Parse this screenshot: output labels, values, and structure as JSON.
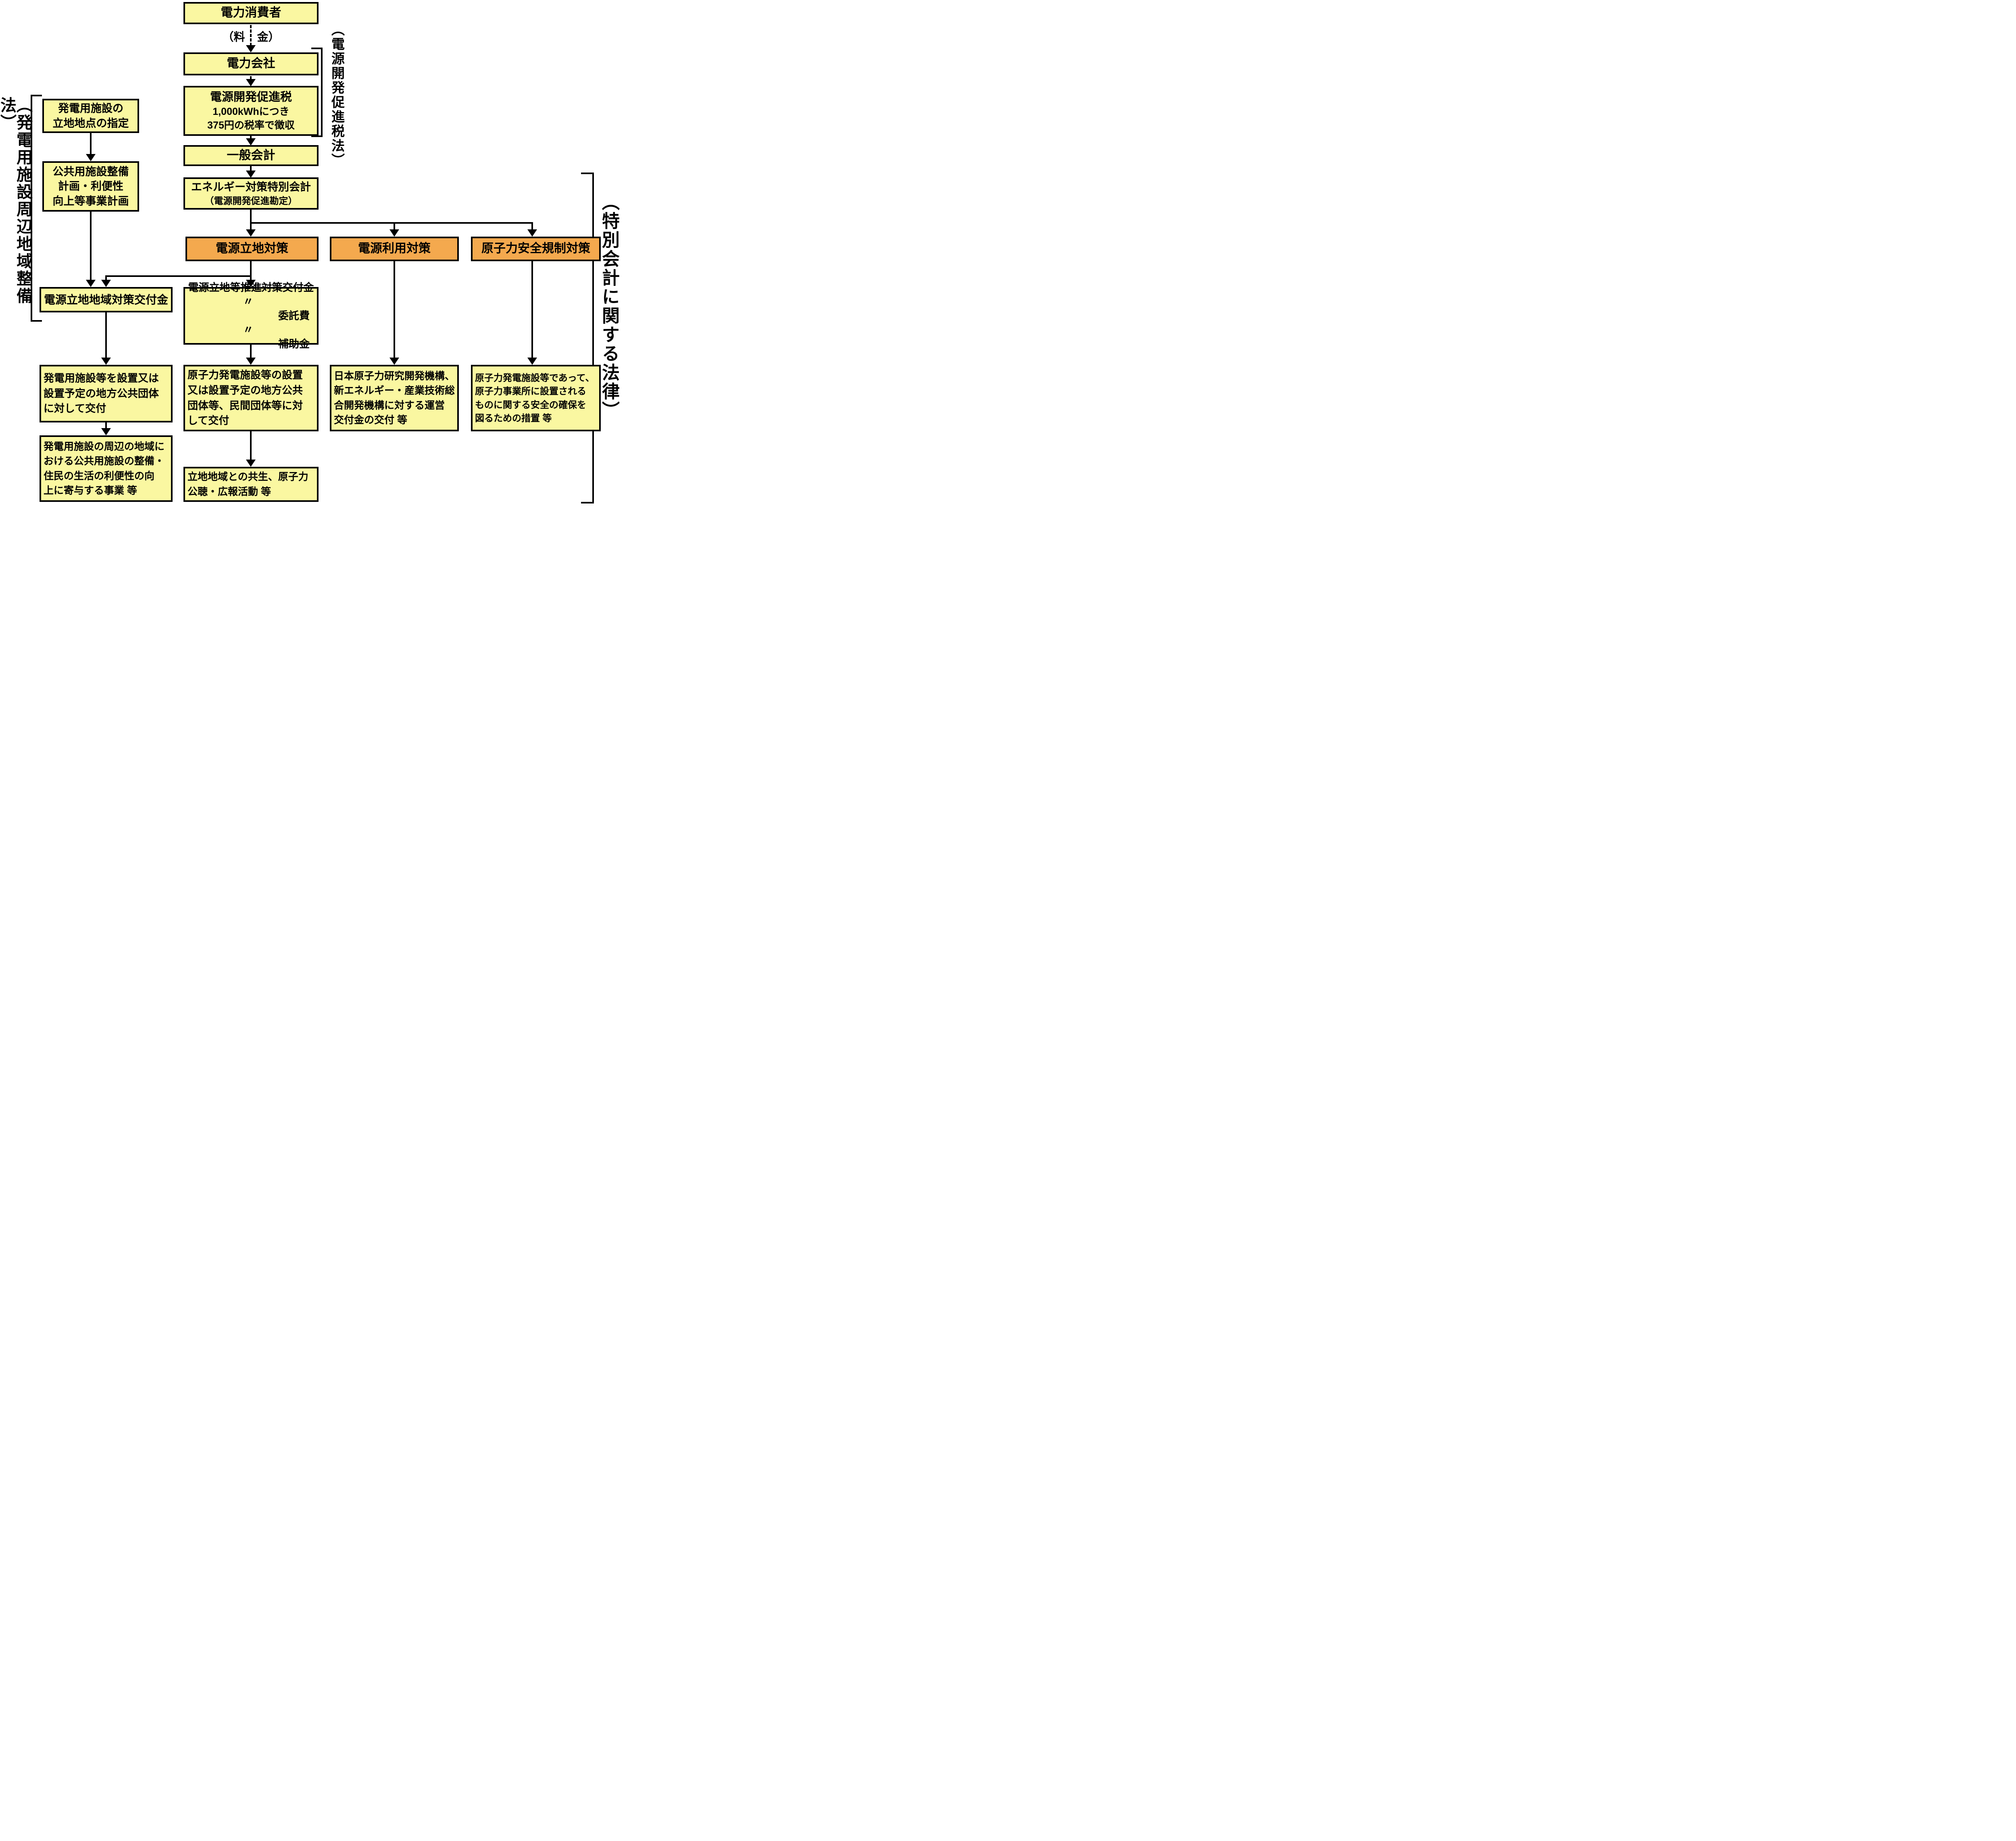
{
  "colors": {
    "box_yellow": "#FAF7A1",
    "box_orange": "#F4A94E",
    "line_black": "#000000"
  },
  "side_labels": {
    "left_law": "（発電用施設周辺地域整備法）",
    "tax_law": "（電源開発促進税法）",
    "special_account_law": "（特別会計に関する法律）"
  },
  "flow_labels": {
    "fee_left": "（料",
    "fee_right": "金）"
  },
  "boxes": {
    "consumer": {
      "label": "電力消費者"
    },
    "company": {
      "label": "電力会社"
    },
    "tax": {
      "lines": [
        "電源開発促進税",
        "1,000kWhにつき",
        "375円の税率で徴収"
      ]
    },
    "general_account": {
      "label": "一般会計"
    },
    "special_account": {
      "lines": [
        "エネルギー対策特別会計",
        "（電源開発促進勘定）"
      ]
    },
    "siting_policy": {
      "label": "電源立地対策"
    },
    "utilization_policy": {
      "label": "電源利用対策"
    },
    "nuclear_safety_policy": {
      "label": "原子力安全規制対策"
    },
    "site_designation": {
      "lines": [
        "発電用施設の",
        "立地地点の指定"
      ]
    },
    "public_facility_plan": {
      "lines": [
        "公共用施設整備",
        "計画・利便性",
        "向上等事業計画"
      ]
    },
    "regional_grant": {
      "label": "電源立地地域対策交付金"
    },
    "promotion_grant": {
      "line1": "電源立地等推進対策交付金",
      "ditto": "〃",
      "item2": "委託費",
      "item3": "補助金"
    },
    "grant_to_local_gov": {
      "lines": [
        "発電用施設等を設置又は",
        "設置予定の地方公共団体",
        "に対して交付"
      ]
    },
    "community_projects": {
      "lines": [
        "発電用施設の周辺の地域に",
        "おける公共用施設の整備・",
        "住民の生活の利便性の向",
        "上に寄与する事業  等"
      ]
    },
    "grant_to_nuclear_sites": {
      "lines": [
        "原子力発電施設等の設置",
        "又は設置予定の地方公共",
        "団体等、民間団体等に対",
        "して交付"
      ]
    },
    "coexistence": {
      "lines": [
        "立地地域との共生、原子力",
        "公聴・広報活動  等"
      ]
    },
    "operating_grants": {
      "lines": [
        "日本原子力研究開発機構、",
        "新エネルギー・産業技術総",
        "合開発機構に対する運営",
        "交付金の交付  等"
      ]
    },
    "safety_measures": {
      "lines": [
        "原子力発電施設等であって、",
        "原子力事業所に設置される",
        "ものに関する安全の確保を",
        "図るための措置  等"
      ]
    }
  }
}
